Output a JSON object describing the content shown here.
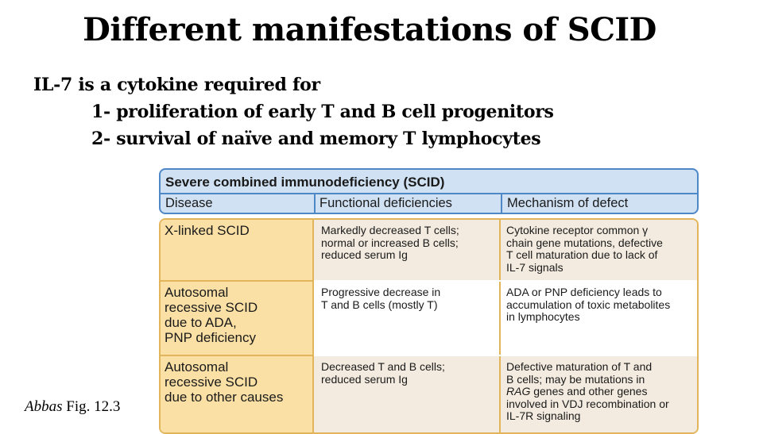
{
  "slide": {
    "title": "Different manifestations of SCID",
    "intro_line": "IL-7 is a cytokine required for",
    "points": [
      "1- proliferation of early T and B cell progenitors",
      "2- survival of naïve and memory T lymphocytes"
    ],
    "caption_author": "Abbas",
    "caption_ref": " Fig. 12.3"
  },
  "table": {
    "title": "Severe combined immunodeficiency (SCID)",
    "columns": [
      "Disease",
      "Functional deficiencies",
      "Mechanism of defect"
    ],
    "rows": [
      {
        "disease": "X-linked SCID",
        "functional": "Markedly decreased T cells;\nnormal or increased B cells;\nreduced serum Ig",
        "mechanism": "Cytokine receptor common γ\nchain gene mutations, defective\nT cell maturation due to lack of\nIL-7 signals"
      },
      {
        "disease": "Autosomal\nrecessive SCID\ndue to ADA,\nPNP deficiency",
        "functional": "Progressive decrease in\nT and B cells (mostly T)",
        "mechanism": "ADA or PNP deficiency leads to\naccumulation of toxic metabolites\nin lymphocytes"
      },
      {
        "disease": "Autosomal\nrecessive SCID\ndue to other causes",
        "functional": "Decreased T and B cells;\nreduced serum Ig",
        "mechanism_pre": "Defective maturation of T and\nB cells; may be mutations in\n",
        "mechanism_italic": "RAG",
        "mechanism_post": " genes and other genes\ninvolved in VDJ recombination or\nIL-7R signaling"
      }
    ]
  }
}
